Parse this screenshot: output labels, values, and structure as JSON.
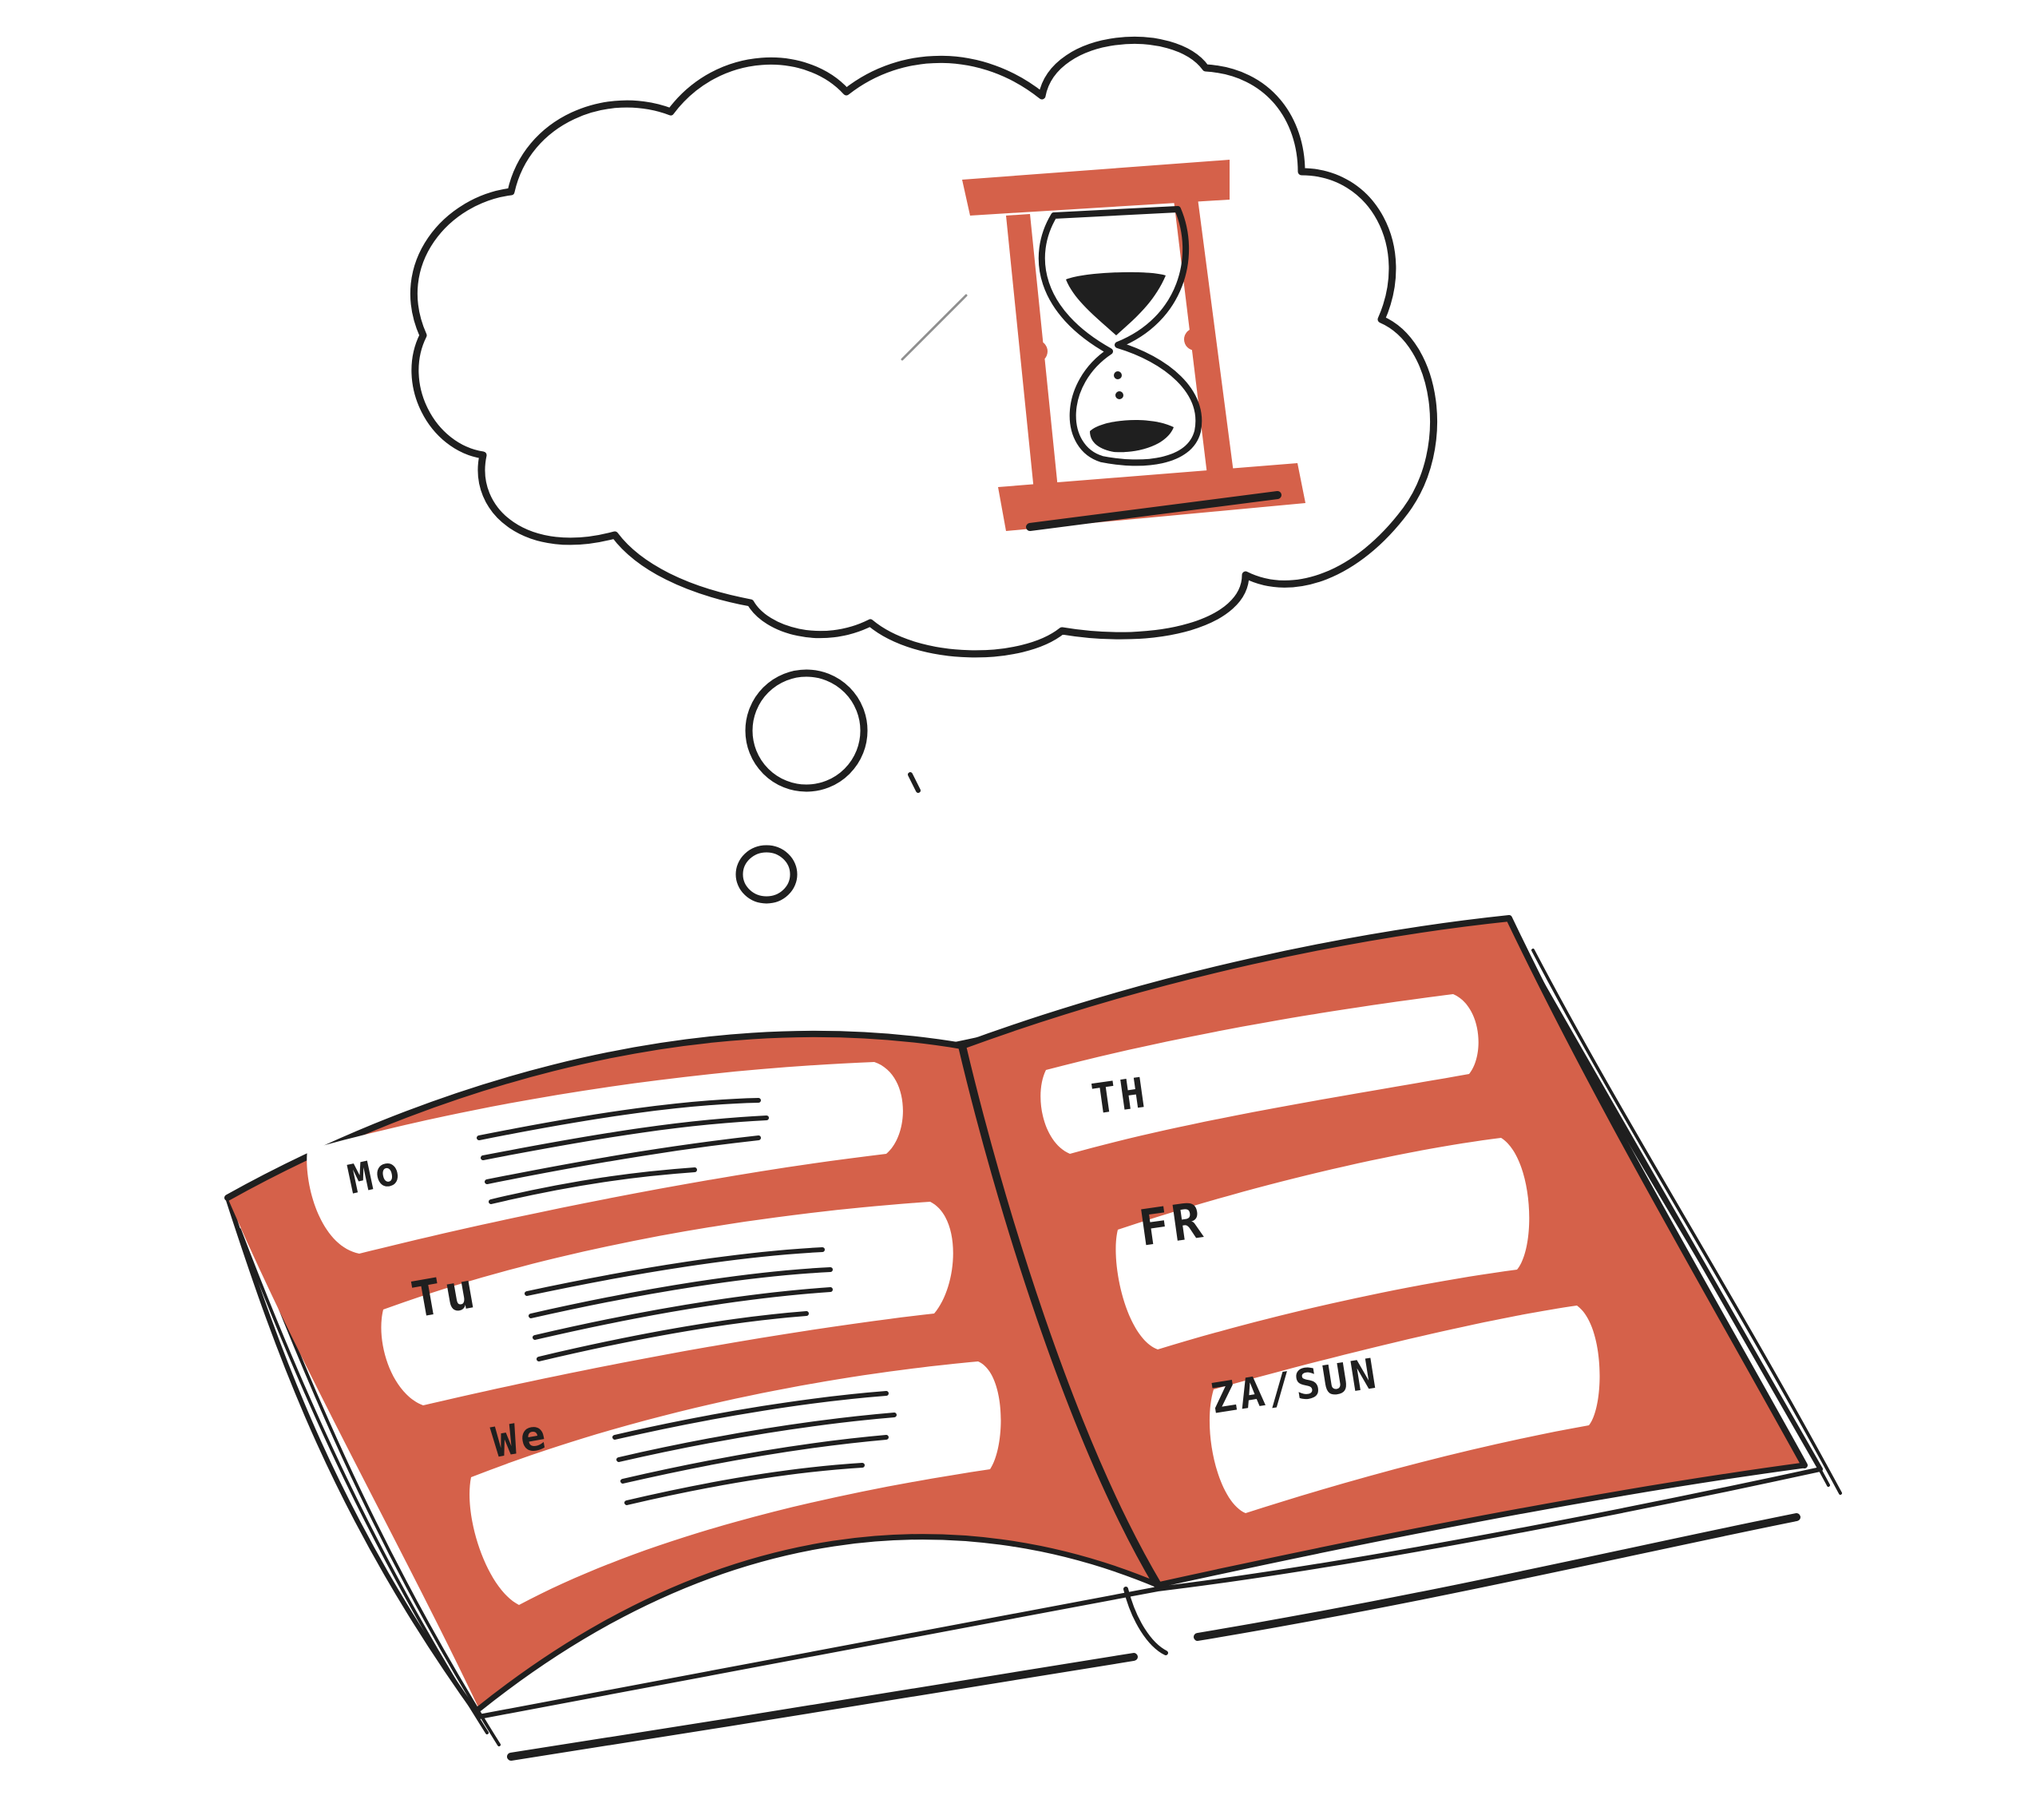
{
  "colors": {
    "accent": "#d5614a",
    "ink": "#1f1f1f",
    "paper": "#ffffff",
    "background": "#ffffff"
  },
  "thought_bubble": {
    "icon": "hourglass-icon"
  },
  "planner": {
    "icon": "open-book-icon",
    "left_page": {
      "days": [
        {
          "label": "Mo",
          "filled": true
        },
        {
          "label": "Tu",
          "filled": true
        },
        {
          "label": "We",
          "filled": true
        }
      ]
    },
    "right_page": {
      "days": [
        {
          "label": "TH",
          "filled": false
        },
        {
          "label": "FR",
          "filled": false
        },
        {
          "label": "ZA/SUN",
          "filled": false
        }
      ]
    }
  }
}
